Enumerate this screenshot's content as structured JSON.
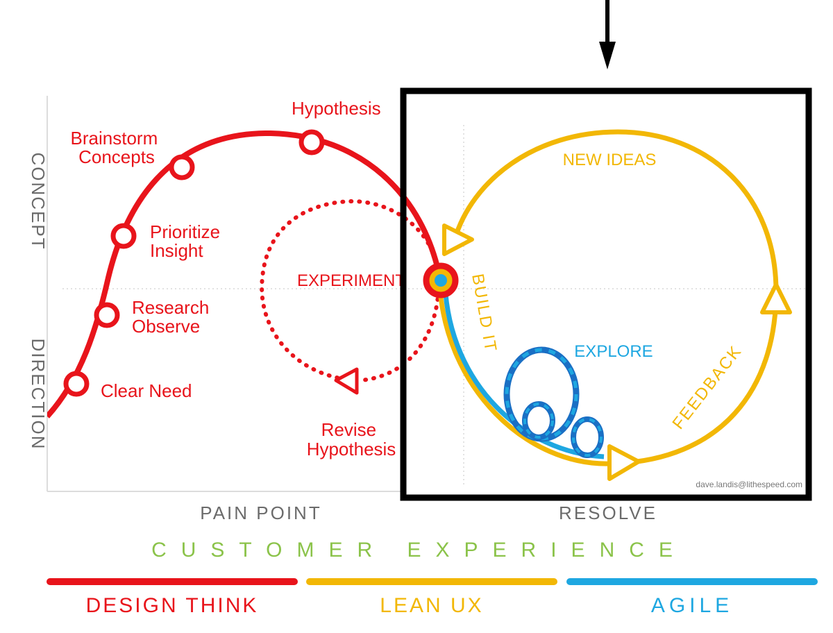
{
  "colors": {
    "design": "#e8141b",
    "lean": "#f2b705",
    "agile": "#1ea7e1",
    "axis": "#6b6b6b",
    "customer": "#8bc34a",
    "frame": "#000000"
  },
  "axes": {
    "y_top": "CONCEPT",
    "y_bottom": "DIRECTION",
    "x_left": "PAIN POINT",
    "x_right": "RESOLVE"
  },
  "design_think": {
    "milestones": [
      {
        "label_lines": [
          "Clear Need"
        ]
      },
      {
        "label_lines": [
          "Research",
          "Observe"
        ]
      },
      {
        "label_lines": [
          "Prioritize",
          "Insight"
        ]
      },
      {
        "label_lines": [
          "Brainstorm",
          "Concepts"
        ]
      },
      {
        "label_lines": [
          "Hypothesis"
        ]
      }
    ],
    "experiment": "EXPERIMENT",
    "revise": [
      "Revise",
      "Hypothesis"
    ]
  },
  "lean_ux": {
    "new_ideas": "NEW IDEAS",
    "build_it": "BUILD IT",
    "feedback": "FEEDBACK"
  },
  "agile": {
    "explore": "EXPLORE"
  },
  "credit": "dave.landis@lithespeed.com",
  "customer_experience": "CUSTOMER EXPERIENCE",
  "legend": [
    {
      "label": "DESIGN THINK",
      "color_key": "design"
    },
    {
      "label": "LEAN UX",
      "color_key": "lean"
    },
    {
      "label": "AGILE",
      "color_key": "agile"
    }
  ]
}
